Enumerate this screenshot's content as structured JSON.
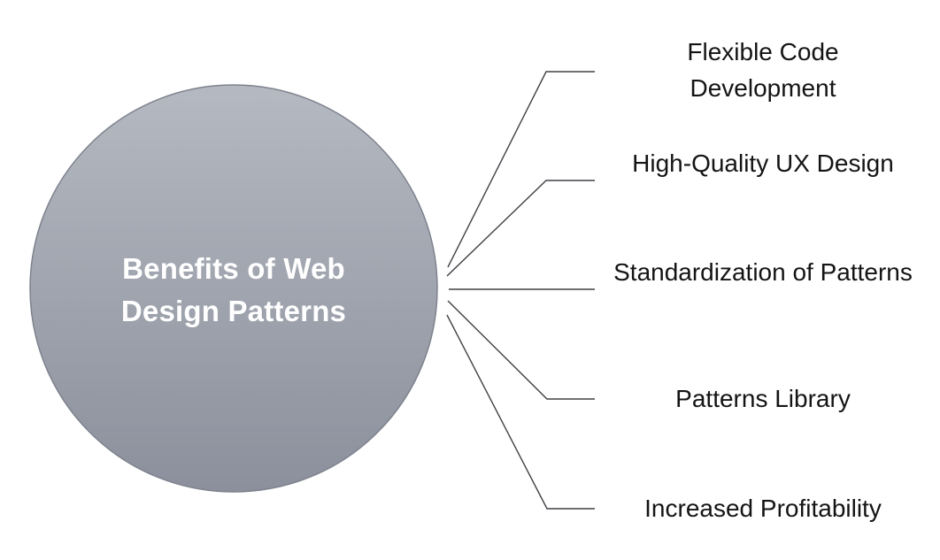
{
  "diagram": {
    "center": {
      "title": "Benefits of Web Design Patterns"
    },
    "benefits": [
      {
        "label": "Flexible Code Development"
      },
      {
        "label": "High-Quality UX Design"
      },
      {
        "label": "Standardization of Patterns"
      },
      {
        "label": "Patterns Library"
      },
      {
        "label": "Increased Profitability"
      }
    ],
    "colors": {
      "background": "#ffffff",
      "circle_gradient_top": "#b5b9c1",
      "circle_gradient_bottom": "#8b909c",
      "circle_border": "#7d828d",
      "connector": "#3f4145",
      "center_text": "#ffffff",
      "label_text": "#141414"
    }
  }
}
